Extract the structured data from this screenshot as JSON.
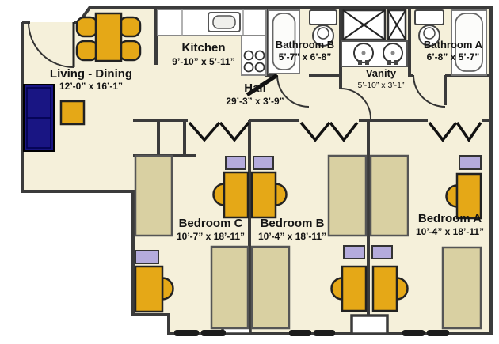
{
  "plan": {
    "rooms": {
      "living_dining": {
        "name": "Living - Dining",
        "dims": "12’-0” x 16’-1”"
      },
      "kitchen": {
        "name": "Kitchen",
        "dims": "9’-10” x 5’-11”"
      },
      "bathroom_b": {
        "name": "Bathroom B",
        "dims": "5’-7” x 6’-8”"
      },
      "vanity": {
        "name": "Vanity",
        "dims": "5’-10” x 3’-1”"
      },
      "bathroom_a": {
        "name": "Bathroom A",
        "dims": "6’-8” x 5’-7”"
      },
      "hall": {
        "name": "Hall",
        "dims": "29’-3” x 3’-9”"
      },
      "bedroom_c": {
        "name": "Bedroom C",
        "dims": "10’-7” x 18’-11”"
      },
      "bedroom_b": {
        "name": "Bedroom B",
        "dims": "10’-4” x 18’-11”"
      },
      "bedroom_a": {
        "name": "Bedroom A",
        "dims": "10’-4” x 18’-11”"
      }
    },
    "colors": {
      "floor": "#f5f0da",
      "wall": "#3b3b3b",
      "furniture_gold": "#e5a817",
      "bed_tan": "#d9d0a2",
      "dresser_lavender": "#b4abdc",
      "sofa_navy": "#191583",
      "fixture_white": "#ffffff",
      "window_black": "#1c1c1c"
    },
    "furniture_icons": [
      "entry-door-icon",
      "dining-table-icon",
      "dining-chair-icon",
      "sofa-icon",
      "coffee-table-icon",
      "kitchen-counter-icon",
      "kitchen-sink-icon",
      "stove-burners-icon",
      "bathtub-icon",
      "toilet-icon",
      "vanity-sink-icon",
      "linen-closet-icon",
      "closet-icon",
      "bed-icon",
      "desk-icon",
      "desk-chair-icon",
      "dresser-icon",
      "window-icon",
      "bifold-door-icon",
      "door-swing-icon"
    ]
  }
}
